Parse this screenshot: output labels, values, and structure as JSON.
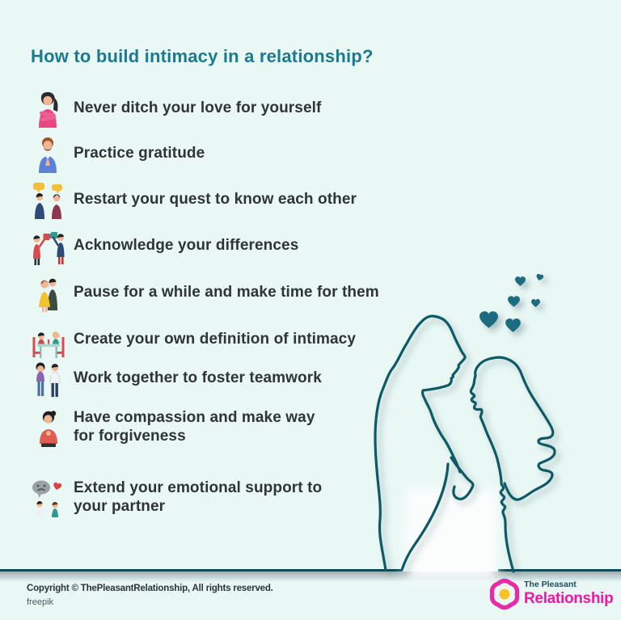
{
  "page": {
    "background": "#e9f8f5",
    "accent_teal": "#1a7a8f",
    "line_art_color": "#0d5a66",
    "hearts_color": "#1d6b80"
  },
  "title": {
    "text": "How to build intimacy in a relationship?"
  },
  "list": {
    "items": [
      {
        "icon": "woman-hugging-herself-icon",
        "label": "Never ditch your love for yourself"
      },
      {
        "icon": "man-praying-gratitude-icon",
        "label": "Practice gratitude"
      },
      {
        "icon": "couple-talking-icon",
        "label": "Restart your quest to know each other"
      },
      {
        "icon": "couple-puzzle-pieces-icon",
        "label": "Acknowledge your differences"
      },
      {
        "icon": "couple-standing-together-icon",
        "label": "Pause for a while and make time for them"
      },
      {
        "icon": "couple-dinner-date-icon",
        "label": "Create your own definition of intimacy"
      },
      {
        "icon": "couple-teamwork-icon",
        "label": "Work together to foster teamwork"
      },
      {
        "icon": "woman-compassion-icon",
        "label": "Have compassion and make way for forgiveness",
        "label_lines": [
          "Have compassion and make way",
          "for forgiveness"
        ]
      },
      {
        "icon": "emotional-support-icon",
        "label": "Extend your emotional support to your partner",
        "label_lines": [
          "Extend your emotional support to",
          "your partner"
        ]
      }
    ]
  },
  "illustration": {
    "name": "couple-profile-line-art-with-hearts",
    "hearts_count": 6
  },
  "footer": {
    "copyright": "Copyright © ThePleasantRelationship, All rights reserved.",
    "credit": "freepik",
    "logo": {
      "top": "The Pleasant",
      "bottom": "Relationship",
      "accent": "#ef17a7",
      "dark": "#1d4e5f"
    }
  }
}
